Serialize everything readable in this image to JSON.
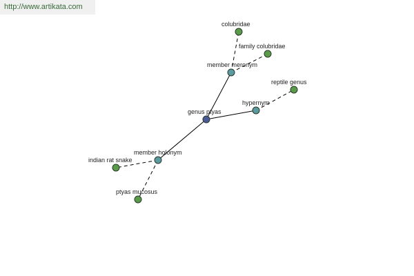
{
  "source": {
    "url": "http://www.artikata.com"
  },
  "graph": {
    "colors": {
      "center": "#4b5a96",
      "relation": "#5b9aa0",
      "term": "#5a9a4a",
      "banner_bg": "#f0f0f0",
      "banner_text": "#3a6a3a"
    },
    "nodes": [
      {
        "id": "genus-ptyas",
        "label": "genus ptyas",
        "kind": "center"
      },
      {
        "id": "member-meronym",
        "label": "member meronym",
        "kind": "relation"
      },
      {
        "id": "hypernym",
        "label": "hypernym",
        "kind": "relation"
      },
      {
        "id": "member-holonym",
        "label": "member holonym",
        "kind": "relation"
      },
      {
        "id": "colubridae",
        "label": "colubridae",
        "kind": "term"
      },
      {
        "id": "family-colubridae",
        "label": "family colubridae",
        "kind": "term"
      },
      {
        "id": "reptile-genus",
        "label": "reptile genus",
        "kind": "term"
      },
      {
        "id": "indian-rat-snake",
        "label": "indian rat snake",
        "kind": "term"
      },
      {
        "id": "ptyas-mucosus",
        "label": "ptyas mucosus",
        "kind": "term"
      }
    ],
    "edges": [
      {
        "from": "genus-ptyas",
        "to": "member-meronym",
        "style": "solid"
      },
      {
        "from": "genus-ptyas",
        "to": "hypernym",
        "style": "solid"
      },
      {
        "from": "genus-ptyas",
        "to": "member-holonym",
        "style": "solid"
      },
      {
        "from": "member-meronym",
        "to": "colubridae",
        "style": "dashed"
      },
      {
        "from": "member-meronym",
        "to": "family-colubridae",
        "style": "dashed"
      },
      {
        "from": "hypernym",
        "to": "reptile-genus",
        "style": "dashed"
      },
      {
        "from": "member-holonym",
        "to": "indian-rat-snake",
        "style": "dashed"
      },
      {
        "from": "member-holonym",
        "to": "ptyas-mucosus",
        "style": "dashed"
      }
    ]
  }
}
